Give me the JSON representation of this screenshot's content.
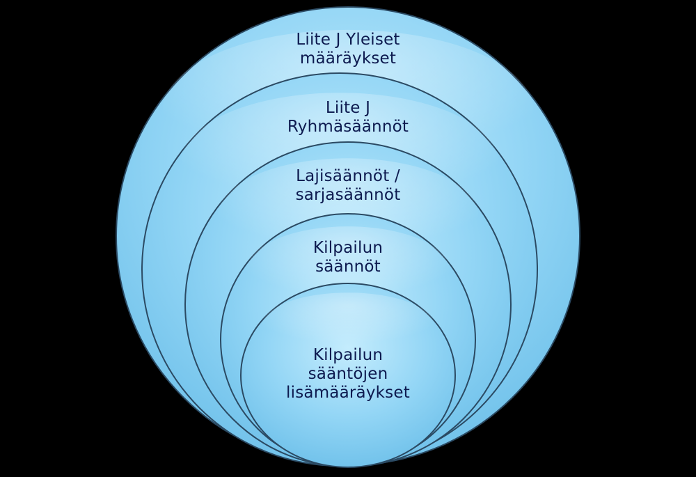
{
  "colors": {
    "background": "#000000",
    "fill_light": "#b8e6fb",
    "fill_mid": "#8fd3f4",
    "fill_dark": "#5fb7e6",
    "outline": "#2b4a63",
    "text": "#0d1a4f"
  },
  "rings": [
    {
      "lines": [
        "Liite J Yleiset",
        "määräykset"
      ]
    },
    {
      "lines": [
        "Liite J",
        "Ryhmäsäännöt"
      ]
    },
    {
      "lines": [
        "Lajisäännöt /",
        "sarjasäännöt"
      ]
    },
    {
      "lines": [
        "Kilpailun",
        "säännöt"
      ]
    },
    {
      "lines": [
        "Kilpailun",
        "sääntöjen",
        "lisämääräykset"
      ]
    }
  ]
}
